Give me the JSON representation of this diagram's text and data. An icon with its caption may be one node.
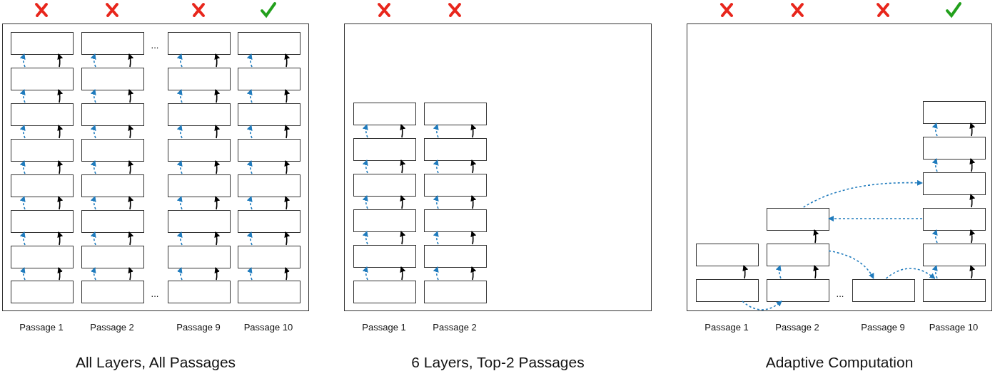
{
  "diagram": {
    "nodes": [
      {
        "text": [
          "All Layers, All Passages"
        ]
      },
      {
        "text": [],
        "shape": "box",
        "in": 0
      },
      {
        "text": [],
        "shape": "box",
        "in": 0
      },
      {
        "text": [],
        "shape": "box",
        "in": 0
      },
      {
        "text": [],
        "shape": "box",
        "in": 0
      },
      {
        "text": [],
        "shape": "box",
        "in": 0
      },
      {
        "text": [],
        "shape": "box",
        "in": 0
      },
      {
        "text": [],
        "shape": "box",
        "in": 0
      },
      {
        "text": [],
        "shape": "box",
        "in": 0
      },
      {
        "text": [],
        "shape": "box",
        "in": 0
      },
      {
        "text": [],
        "shape": "box",
        "in": 0
      },
      {
        "text": [],
        "shape": "box",
        "in": 0
      },
      {
        "text": [],
        "shape": "box",
        "in": 0
      },
      {
        "text": [],
        "shape": "box",
        "in": 0
      },
      {
        "text": [],
        "shape": "box",
        "in": 0
      },
      {
        "text": [],
        "shape": "box",
        "in": 0
      },
      {
        "text": [],
        "shape": "box",
        "in": 0
      },
      {
        "text": [],
        "shape": "box",
        "in": 0
      },
      {
        "text": [],
        "shape": "box",
        "in": 0
      },
      {
        "text": [],
        "shape": "box",
        "in": 0
      },
      {
        "text": [],
        "shape": "box",
        "in": 0
      },
      {
        "text": [],
        "shape": "box",
        "in": 0
      },
      {
        "text": [],
        "shape": "box",
        "in": 0
      },
      {
        "text": [],
        "shape": "box",
        "in": 0
      },
      {
        "text": [],
        "shape": "box",
        "in": 0
      },
      {
        "text": [],
        "shape": "box",
        "in": 0
      },
      {
        "text": [],
        "shape": "box",
        "in": 0
      },
      {
        "text": [],
        "shape": "box",
        "in": 0
      },
      {
        "text": [],
        "shape": "box",
        "in": 0
      },
      {
        "text": [],
        "shape": "box",
        "in": 0
      },
      {
        "text": [],
        "shape": "box",
        "in": 0
      },
      {
        "text": [],
        "shape": "box",
        "in": 0
      },
      {
        "text": [],
        "shape": "box",
        "in": 0
      },
      {
        "text": [
          "6 Layers, Top-2 Passages"
        ]
      },
      {
        "text": [],
        "shape": "box",
        "in": 33
      },
      {
        "text": [],
        "shape": "box",
        "in": 33
      },
      {
        "text": [],
        "shape": "box",
        "in": 33
      },
      {
        "text": [],
        "shape": "box",
        "in": 33
      },
      {
        "text": [],
        "shape": "box",
        "in": 33
      },
      {
        "text": [],
        "shape": "box",
        "in": 33
      },
      {
        "text": [],
        "shape": "box",
        "in": 33
      },
      {
        "text": [],
        "shape": "box",
        "in": 33
      },
      {
        "text": [],
        "shape": "box",
        "in": 33
      },
      {
        "text": [],
        "shape": "box",
        "in": 33
      },
      {
        "text": [],
        "shape": "box",
        "in": 33
      },
      {
        "text": [],
        "shape": "box",
        "in": 33
      },
      {
        "text": [
          "Adaptive Computation"
        ]
      },
      {
        "text": [],
        "shape": "box",
        "in": 46
      },
      {
        "text": [],
        "shape": "box",
        "in": 46
      },
      {
        "text": [],
        "shape": "box",
        "in": 46
      },
      {
        "text": [],
        "shape": "box",
        "in": 46
      },
      {
        "text": [],
        "shape": "box",
        "in": 46
      },
      {
        "text": [],
        "shape": "box",
        "in": 46
      },
      {
        "text": [],
        "shape": "box",
        "in": 46
      },
      {
        "text": [],
        "shape": "box",
        "in": 46
      },
      {
        "text": [],
        "shape": "box",
        "in": 46
      },
      {
        "text": [],
        "shape": "box",
        "in": 46
      },
      {
        "text": [],
        "shape": "box",
        "in": 46
      },
      {
        "text": [],
        "shape": "box",
        "in": 46
      }
    ],
    "edges": [
      {
        "from": 8,
        "to": 7,
        "arrow": "to",
        "style": "dashed"
      },
      {
        "from": 8,
        "to": 7,
        "arrow": "to",
        "color": "#000000"
      },
      {
        "from": 7,
        "to": 6,
        "arrow": "to",
        "style": "dashed"
      },
      {
        "from": 7,
        "to": 6,
        "arrow": "to",
        "color": "#000000"
      },
      {
        "from": 6,
        "to": 5,
        "arrow": "to",
        "style": "dashed"
      },
      {
        "from": 6,
        "to": 5,
        "arrow": "to",
        "color": "#000000"
      },
      {
        "from": 5,
        "to": 4,
        "arrow": "to",
        "style": "dashed"
      },
      {
        "from": 5,
        "to": 4,
        "arrow": "to",
        "color": "#000000"
      },
      {
        "from": 4,
        "to": 3,
        "arrow": "to",
        "style": "dashed"
      },
      {
        "from": 4,
        "to": 3,
        "arrow": "to",
        "color": "#000000"
      },
      {
        "from": 3,
        "to": 2,
        "arrow": "to",
        "style": "dashed"
      },
      {
        "from": 3,
        "to": 2,
        "arrow": "to",
        "color": "#000000"
      },
      {
        "from": 2,
        "to": 1,
        "arrow": "to",
        "style": "dashed"
      },
      {
        "from": 2,
        "to": 1,
        "arrow": "to",
        "color": "#000000"
      },
      {
        "from": 16,
        "to": 15,
        "arrow": "to",
        "style": "dashed"
      },
      {
        "from": 16,
        "to": 15,
        "arrow": "to",
        "color": "#000000"
      },
      {
        "from": 15,
        "to": 14,
        "arrow": "to",
        "style": "dashed"
      },
      {
        "from": 15,
        "to": 14,
        "arrow": "to",
        "color": "#000000"
      },
      {
        "from": 14,
        "to": 13,
        "arrow": "to",
        "style": "dashed"
      },
      {
        "from": 14,
        "to": 13,
        "arrow": "to",
        "color": "#000000"
      },
      {
        "from": 13,
        "to": 12,
        "arrow": "to",
        "style": "dashed"
      },
      {
        "from": 13,
        "to": 12,
        "arrow": "to",
        "color": "#000000"
      },
      {
        "from": 12,
        "to": 11,
        "arrow": "to",
        "style": "dashed"
      },
      {
        "from": 12,
        "to": 11,
        "arrow": "to",
        "color": "#000000"
      },
      {
        "from": 11,
        "to": 10,
        "arrow": "to",
        "style": "dashed"
      },
      {
        "from": 11,
        "to": 10,
        "arrow": "to",
        "color": "#000000"
      },
      {
        "from": 10,
        "to": 9,
        "arrow": "to",
        "style": "dashed"
      },
      {
        "from": 10,
        "to": 9,
        "arrow": "to",
        "color": "#000000"
      },
      {
        "from": 24,
        "to": 23,
        "arrow": "to",
        "style": "dashed"
      },
      {
        "from": 24,
        "to": 23,
        "arrow": "to",
        "color": "#000000"
      },
      {
        "from": 23,
        "to": 22,
        "arrow": "to",
        "style": "dashed"
      },
      {
        "from": 23,
        "to": 22,
        "arrow": "to",
        "color": "#000000"
      },
      {
        "from": 22,
        "to": 21,
        "arrow": "to",
        "style": "dashed"
      },
      {
        "from": 22,
        "to": 21,
        "arrow": "to",
        "color": "#000000"
      },
      {
        "from": 21,
        "to": 20,
        "arrow": "to",
        "style": "dashed"
      },
      {
        "from": 21,
        "to": 20,
        "arrow": "to",
        "color": "#000000"
      },
      {
        "from": 20,
        "to": 19,
        "arrow": "to",
        "style": "dashed"
      },
      {
        "from": 20,
        "to": 19,
        "arrow": "to",
        "color": "#000000"
      },
      {
        "from": 19,
        "to": 18,
        "arrow": "to",
        "style": "dashed"
      },
      {
        "from": 19,
        "to": 18,
        "arrow": "to",
        "color": "#000000"
      },
      {
        "from": 18,
        "to": 17,
        "arrow": "to",
        "style": "dashed"
      },
      {
        "from": 18,
        "to": 17,
        "arrow": "to",
        "color": "#000000"
      },
      {
        "from": 32,
        "to": 31,
        "arrow": "to",
        "style": "dashed"
      },
      {
        "from": 32,
        "to": 31,
        "arrow": "to",
        "color": "#000000"
      },
      {
        "from": 31,
        "to": 30,
        "arrow": "to",
        "style": "dashed"
      },
      {
        "from": 31,
        "to": 30,
        "arrow": "to",
        "color": "#000000"
      },
      {
        "from": 30,
        "to": 29,
        "arrow": "to",
        "style": "dashed"
      },
      {
        "from": 30,
        "to": 29,
        "arrow": "to",
        "color": "#000000"
      },
      {
        "from": 29,
        "to": 28,
        "arrow": "to",
        "style": "dashed"
      },
      {
        "from": 29,
        "to": 28,
        "arrow": "to",
        "color": "#000000"
      },
      {
        "from": 28,
        "to": 27,
        "arrow": "to",
        "style": "dashed"
      },
      {
        "from": 28,
        "to": 27,
        "arrow": "to",
        "color": "#000000"
      },
      {
        "from": 27,
        "to": 26,
        "arrow": "to",
        "style": "dashed"
      },
      {
        "from": 27,
        "to": 26,
        "arrow": "to",
        "color": "#000000"
      },
      {
        "from": 26,
        "to": 25,
        "arrow": "to",
        "style": "dashed"
      },
      {
        "from": 26,
        "to": 25,
        "arrow": "to",
        "color": "#000000"
      },
      {
        "from": 39,
        "to": 38,
        "arrow": "to",
        "style": "dashed"
      },
      {
        "from": 39,
        "to": 38,
        "arrow": "to",
        "color": "#000000"
      },
      {
        "from": 38,
        "to": 37,
        "arrow": "to",
        "style": "dashed"
      },
      {
        "from": 38,
        "to": 37,
        "arrow": "to",
        "color": "#000000"
      },
      {
        "from": 37,
        "to": 36,
        "arrow": "to",
        "style": "dashed"
      },
      {
        "from": 37,
        "to": 36,
        "arrow": "to",
        "color": "#000000"
      },
      {
        "from": 36,
        "to": 35,
        "arrow": "to",
        "style": "dashed"
      },
      {
        "from": 36,
        "to": 35,
        "arrow": "to",
        "color": "#000000"
      },
      {
        "from": 35,
        "to": 34,
        "arrow": "to",
        "style": "dashed"
      },
      {
        "from": 35,
        "to": 34,
        "arrow": "to",
        "color": "#000000"
      },
      {
        "from": 45,
        "to": 44,
        "arrow": "to",
        "style": "dashed"
      },
      {
        "from": 45,
        "to": 44,
        "arrow": "to",
        "color": "#000000"
      },
      {
        "from": 44,
        "to": 43,
        "arrow": "to",
        "style": "dashed"
      },
      {
        "from": 44,
        "to": 43,
        "arrow": "to",
        "color": "#000000"
      },
      {
        "from": 43,
        "to": 42,
        "arrow": "to",
        "style": "dashed"
      },
      {
        "from": 43,
        "to": 42,
        "arrow": "to",
        "color": "#000000"
      },
      {
        "from": 42,
        "to": 41,
        "arrow": "to",
        "style": "dashed"
      },
      {
        "from": 42,
        "to": 41,
        "arrow": "to",
        "color": "#000000"
      },
      {
        "from": 41,
        "to": 40,
        "arrow": "to",
        "style": "dashed"
      },
      {
        "from": 41,
        "to": 40,
        "arrow": "to",
        "color": "#000000"
      },
      {
        "from": 48,
        "to": 47,
        "arrow": "to",
        "color": "#000000"
      },
      {
        "from": 51,
        "to": 50,
        "arrow": "to",
        "style": "dashed"
      },
      {
        "from": 51,
        "to": 50,
        "arrow": "to",
        "color": "#000000"
      },
      {
        "from": 50,
        "to": 49,
        "arrow": "to",
        "color": "#000000"
      },
      {
        "from": 58,
        "to": 57,
        "arrow": "to",
        "style": "dashed"
      },
      {
        "from": 58,
        "to": 57,
        "arrow": "to",
        "color": "#000000"
      },
      {
        "from": 57,
        "to": 56,
        "arrow": "to",
        "style": "dashed"
      },
      {
        "from": 57,
        "to": 56,
        "arrow": "to",
        "color": "#000000"
      },
      {
        "from": 56,
        "to": 55,
        "arrow": "to",
        "color": "#000000"
      },
      {
        "from": 55,
        "to": 54,
        "arrow": "to",
        "style": "dashed"
      },
      {
        "from": 55,
        "to": 54,
        "arrow": "to",
        "color": "#000000"
      },
      {
        "from": 54,
        "to": 53,
        "arrow": "to",
        "style": "dashed"
      },
      {
        "from": 54,
        "to": 53,
        "arrow": "to",
        "color": "#000000"
      },
      {
        "from": 48,
        "to": 51,
        "arrow": "to",
        "style": "dashed"
      },
      {
        "from": 50,
        "to": 52,
        "arrow": "to",
        "style": "dashed"
      },
      {
        "from": 52,
        "to": 58,
        "arrow": "to",
        "style": "dashed"
      },
      {
        "from": 56,
        "to": 49,
        "arrow": "to",
        "style": "dashed"
      },
      {
        "from": 49,
        "to": 55,
        "arrow": "to",
        "style": "dashed"
      }
    ],
    "labels": [
      "...",
      "...",
      "...",
      "Passage 1",
      "Passage 2",
      "Passage 9",
      "Passage 10",
      "Passage 1",
      "Passage 2",
      "Passage 1",
      "Passage 2",
      "Passage 9",
      "Passage 10"
    ]
  }
}
